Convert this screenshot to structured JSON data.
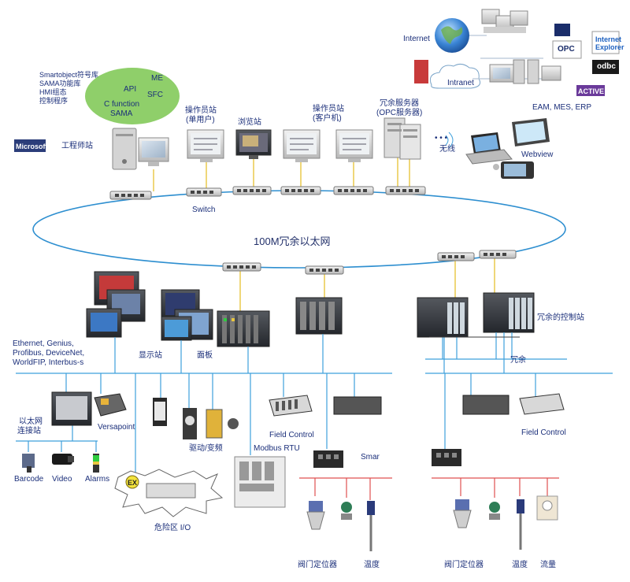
{
  "tools": [
    "Smartobject符号库",
    "SAMA功能库",
    "HMI组态",
    "控制程序"
  ],
  "bubble": {
    "api": "API",
    "me": "ME",
    "sfc": "SFC",
    "cfunc": "C function",
    "sama": "SAMA"
  },
  "top": {
    "microsoft": "Microsoft",
    "eng_station": "工程师站",
    "op_single_1": "操作员站",
    "op_single_2": "(单用户)",
    "browser": "浏览站",
    "op_client_1": "操作员站",
    "op_client_2": "(客户机)",
    "redundant_server_1": "冗余服务器",
    "redundant_server_2": "(OPC服务器)",
    "wireless": "无线",
    "dots": "• • •",
    "webview": "Webview",
    "switch": "Switch"
  },
  "internet": {
    "internet": "Internet",
    "intranet": "Intranet",
    "eam": "EAM, MES, ERP",
    "opc": "OPC",
    "ie_1": "Internet",
    "ie_2": "Explorer",
    "odbc": "odbc",
    "activex": "ACTIVE X"
  },
  "ring_label": "100M冗余以太网",
  "left": {
    "protocols": [
      "Ethernet, Genius,",
      "Profibus, DeviceNet,",
      "WorldFIP, Interbus-s"
    ],
    "display": "显示站",
    "panel": "面板",
    "eth_station_1": "以太网",
    "eth_station_2": "连接站",
    "versapoint": "Versapoint",
    "barcode": "Barcode",
    "video": "Video",
    "alarms": "Alarms",
    "ex": "EX",
    "hazard": "危险区 I/O",
    "drive": "驱动/变频",
    "field_control": "Field Control",
    "modbus": "Modbus RTU",
    "smar": "Smar",
    "valve": "阀门定位器",
    "temp": "温度"
  },
  "right": {
    "redundant_control": "冗余的控制站",
    "redundant": "冗余",
    "field_control": "Field Control",
    "valve": "阀门定位器",
    "temp": "温度",
    "flow": "流量"
  },
  "colors": {
    "line": "#3ea0dc",
    "ring": "#2e8fd0",
    "red": "#e05050",
    "yellow": "#e8c640",
    "bubble": "#8fcf6a",
    "device": "#3c3f47"
  }
}
